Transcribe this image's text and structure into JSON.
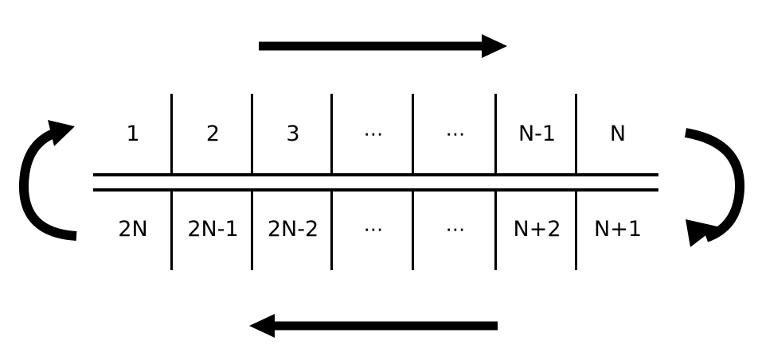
{
  "diagram": {
    "title": "Circular tape with 2N cells traversed in two directions",
    "background_color": "#ffffff",
    "stroke_color": "#000000",
    "top_flow_arrow": {
      "name": "rightward-flow-arrow",
      "direction": "right",
      "label": ""
    },
    "bottom_flow_arrow": {
      "name": "leftward-flow-arrow",
      "direction": "left",
      "label": ""
    },
    "left_loop_arrow": {
      "name": "left-wraparound-arrow",
      "direction": "counterclockwise",
      "label": ""
    },
    "right_loop_arrow": {
      "name": "right-wraparound-arrow",
      "direction": "clockwise",
      "label": ""
    },
    "top_row": {
      "name": "top-cell-row",
      "cells": [
        "1",
        "2",
        "3",
        "⋯",
        "⋯",
        "N-1",
        "N"
      ]
    },
    "bottom_row": {
      "name": "bottom-cell-row",
      "cells": [
        "2N",
        "2N-1",
        "2N-2",
        "⋯",
        "⋯",
        "N+2",
        "N+1"
      ]
    }
  }
}
